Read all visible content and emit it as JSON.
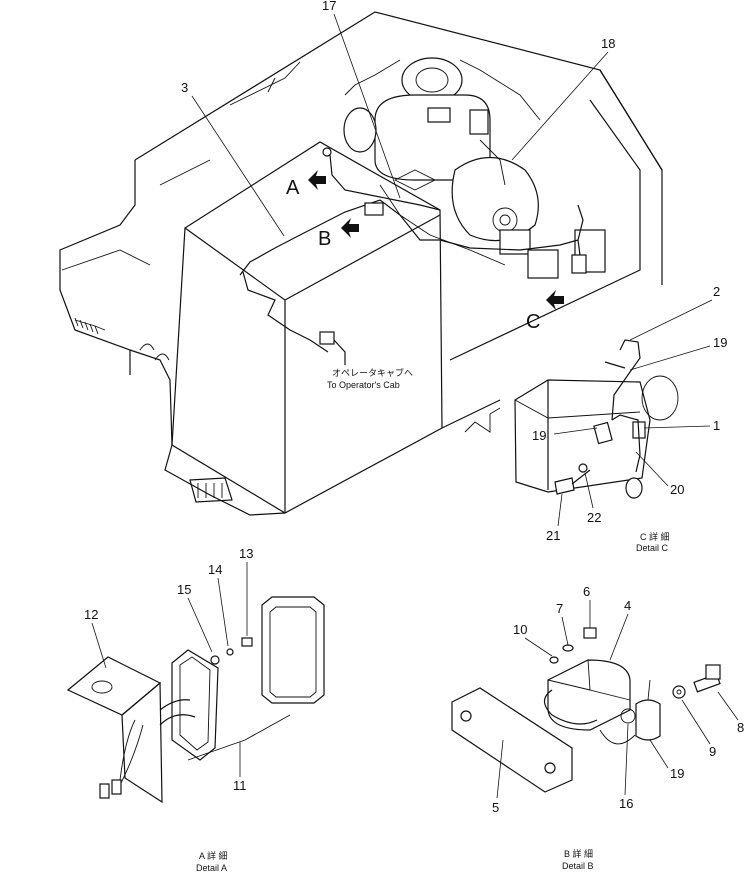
{
  "callouts": {
    "c1": "1",
    "c2": "2",
    "c3": "3",
    "c4": "4",
    "c5": "5",
    "c6": "6",
    "c7": "7",
    "c8": "8",
    "c9": "9",
    "c10": "10",
    "c11": "11",
    "c12": "12",
    "c13": "13",
    "c14": "14",
    "c15": "15",
    "c16": "16",
    "c17": "17",
    "c18": "18",
    "c19a": "19",
    "c19b": "19",
    "c19c": "19",
    "c20": "20",
    "c21": "21",
    "c22": "22"
  },
  "view_markers": {
    "a": "A",
    "b": "B",
    "c": "C"
  },
  "operator_cab": {
    "jp": "オペレータキャブへ",
    "en": "To Operator's Cab"
  },
  "details": {
    "a": {
      "jp": "A 詳 細",
      "en": "Detail A"
    },
    "b": {
      "jp": "B 詳 細",
      "en": "Detail B"
    },
    "c": {
      "jp": "C 詳 細",
      "en": "Detail C"
    }
  }
}
